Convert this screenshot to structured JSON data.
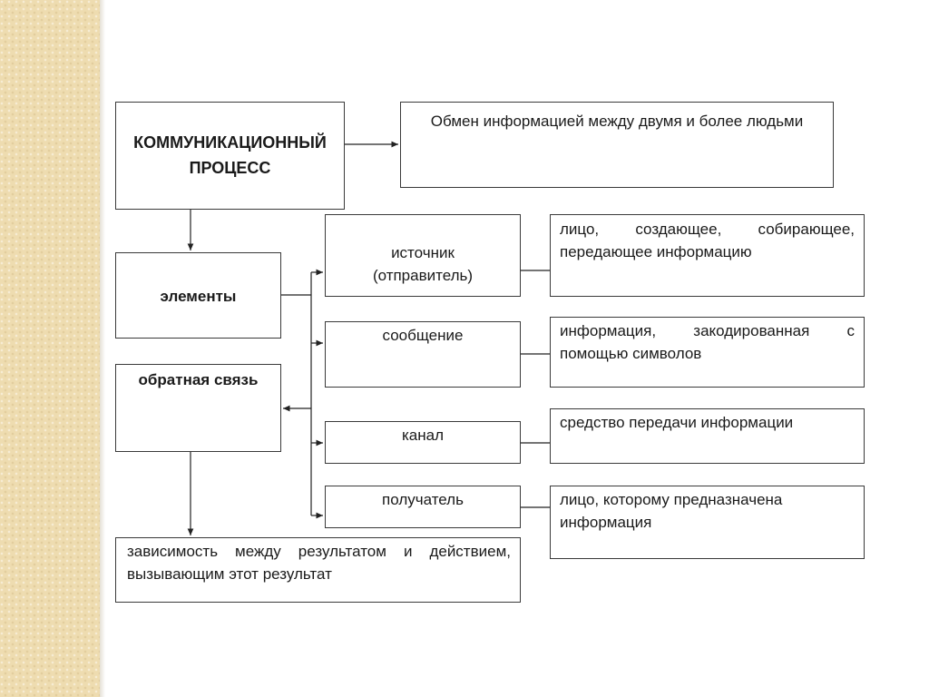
{
  "title": {
    "line1": "КОММУНИКАЦИОННЫЙ",
    "line2": "ПРОЦЕСС"
  },
  "definition": "Обмен информацией между двумя и более людьми",
  "elements_label": "элементы",
  "feedback": {
    "label": "обратная связь",
    "description": "зависимость между результатом и действием, вызывающим этот результат"
  },
  "components": [
    {
      "name_line1": "источник",
      "name_line2": "(отправитель)",
      "description": "лицо, создающее, собирающее, передающее информацию"
    },
    {
      "name_line1": "сообщение",
      "name_line2": "",
      "description": "информация, закодированная с помощью символов"
    },
    {
      "name_line1": "канал",
      "name_line2": "",
      "description": "средство передачи информации"
    },
    {
      "name_line1": "получатель",
      "name_line2": "",
      "description": "лицо, которому предназначена информация"
    }
  ],
  "colors": {
    "side_strip": "#eedcb0",
    "border": "#3a3a3a",
    "text": "#1a1a1a"
  }
}
